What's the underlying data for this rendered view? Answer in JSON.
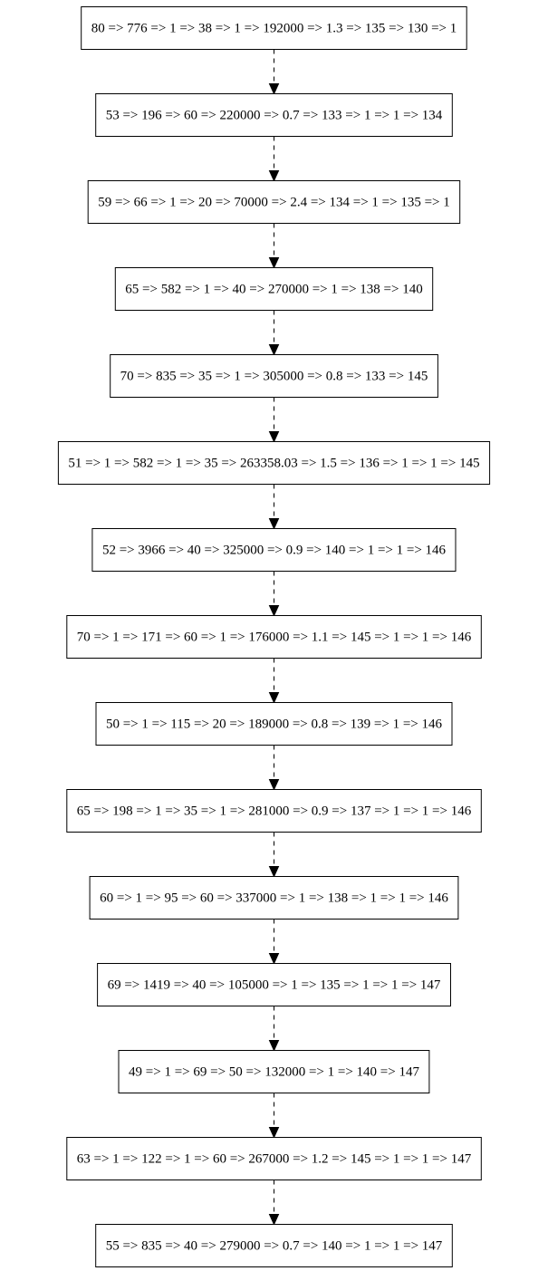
{
  "diagram": {
    "nodes": [
      "80 => 776 => 1 => 38 => 1 => 192000 => 1.3 => 135 => 130 => 1",
      "53 => 196 => 60 => 220000 => 0.7 => 133 => 1 => 1 => 134",
      "59 => 66 => 1 => 20 => 70000 => 2.4 => 134 => 1 => 135 => 1",
      "65 => 582 => 1 => 40 => 270000 => 1 => 138 => 140",
      "70 => 835 => 35 => 1 => 305000 => 0.8 => 133 => 145",
      "51 => 1 => 582 => 1 => 35 => 263358.03 => 1.5 => 136 => 1 => 1 => 145",
      "52 => 3966 => 40 => 325000 => 0.9 => 140 => 1 => 1 => 146",
      "70 => 1 => 171 => 60 => 1 => 176000 => 1.1 => 145 => 1 => 1 => 146",
      "50 => 1 => 115 => 20 => 189000 => 0.8 => 139 => 1 => 146",
      "65 => 198 => 1 => 35 => 1 => 281000 => 0.9 => 137 => 1 => 1 => 146",
      "60 => 1 => 95 => 60 => 337000 => 1 => 138 => 1 => 1 => 146",
      "69 => 1419 => 40 => 105000 => 1 => 135 => 1 => 1 => 147",
      "49 => 1 => 69 => 50 => 132000 => 1 => 140 => 147",
      "63 => 1 => 122 => 1 => 60 => 267000 => 1.2 => 145 => 1 => 1 => 147",
      "55 => 835 => 40 => 279000 => 0.7 => 140 => 1 => 1 => 147"
    ],
    "edge_style": "dashed"
  }
}
